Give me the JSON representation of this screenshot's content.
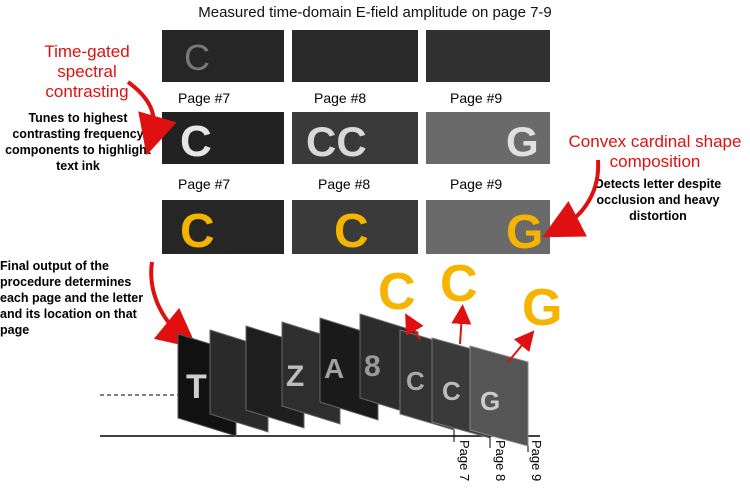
{
  "title": "Measured time-domain E-field amplitude on page 7-9",
  "left_label_1": "Time-gated spectral contrasting",
  "left_note_1": "Tunes to highest contrasting frequency components to highlight text ink",
  "right_label": "Convex cardinal shape composition",
  "right_note": "Detects letter despite occlusion and heavy distortion",
  "left_note_2": "Final output of the procedure determines each page and the letter and its location on that page",
  "row_labels": {
    "row2": [
      "Page #7",
      "Page #8",
      "Page #9"
    ],
    "row3": [
      "Page #7",
      "Page #8",
      "Page #9"
    ]
  },
  "tile_letters": {
    "row1": [
      "C",
      "",
      ""
    ],
    "row2": [
      "C",
      "CC",
      "G"
    ],
    "row3": [
      "C",
      "C",
      "G"
    ]
  },
  "stack_letters": [
    "T",
    "",
    "Z",
    "A",
    "8",
    "C",
    "C",
    "G"
  ],
  "detected_letters": [
    "C",
    "C",
    "G"
  ],
  "axis_pages": [
    "Page 7",
    "Page 8",
    "Page 9"
  ],
  "colors": {
    "annotation_red": "#e01010",
    "highlight_orange": "#f5b400",
    "tile_dark": "#1c1c1c"
  }
}
